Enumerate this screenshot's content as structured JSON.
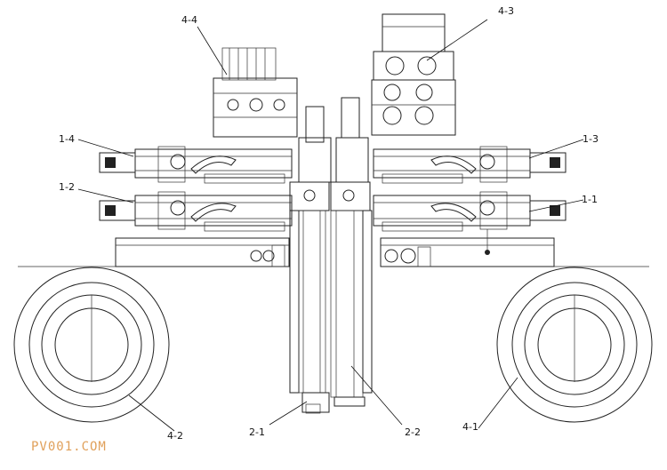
{
  "labels": {
    "l_4_4": "4-4",
    "l_4_3": "4-3",
    "l_1_4": "1-4",
    "l_1_3": "1-3",
    "l_1_2": "1-2",
    "l_1_1": "1-1",
    "l_2_1": "2-1",
    "l_2_2": "2-2",
    "l_4_1": "4-1",
    "l_4_2": "4-2"
  },
  "watermark": "PV001.COM"
}
